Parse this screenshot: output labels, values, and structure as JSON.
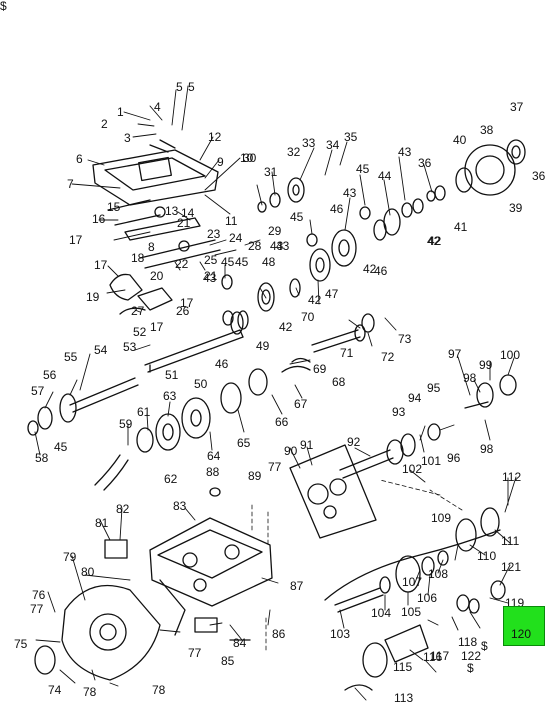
{
  "diagram": {
    "labels": [
      "1",
      "2",
      "3",
      "4",
      "5",
      "5",
      "6",
      "7",
      "8",
      "9",
      "10",
      "11",
      "12",
      "13",
      "14",
      "15",
      "16",
      "17",
      "17",
      "17",
      "17",
      "18",
      "19",
      "20",
      "21",
      "21",
      "22",
      "23",
      "24",
      "25",
      "26",
      "27",
      "28",
      "29",
      "30",
      "31",
      "32",
      "33",
      "34",
      "35",
      "36",
      "36",
      "37",
      "38",
      "39",
      "40",
      "41",
      "42",
      "42",
      "42",
      "42",
      "42",
      "43",
      "43",
      "43",
      "43",
      "43",
      "44",
      "45",
      "45",
      "45",
      "45",
      "45",
      "46",
      "46",
      "46",
      "47",
      "48",
      "49",
      "50",
      "51",
      "52",
      "53",
      "54",
      "55",
      "56",
      "57",
      "58",
      "59",
      "61",
      "62",
      "63",
      "64",
      "65",
      "66",
      "67",
      "68",
      "69",
      "70",
      "71",
      "72",
      "73",
      "74",
      "75",
      "76",
      "77",
      "77",
      "77",
      "78",
      "78",
      "79",
      "80",
      "81",
      "82",
      "83",
      "84",
      "85",
      "86",
      "87",
      "88",
      "89",
      "90",
      "91",
      "92",
      "93",
      "94",
      "95",
      "96",
      "97",
      "98",
      "98",
      "99",
      "100",
      "101",
      "102",
      "103",
      "104",
      "105",
      "106",
      "107",
      "108",
      "109",
      "110",
      "111",
      "112",
      "113",
      "115",
      "116",
      "117",
      "118",
      "119",
      "121",
      "122",
      "$",
      "$",
      "$"
    ],
    "highlight": {
      "label": "120",
      "color": "#22e01c"
    }
  }
}
